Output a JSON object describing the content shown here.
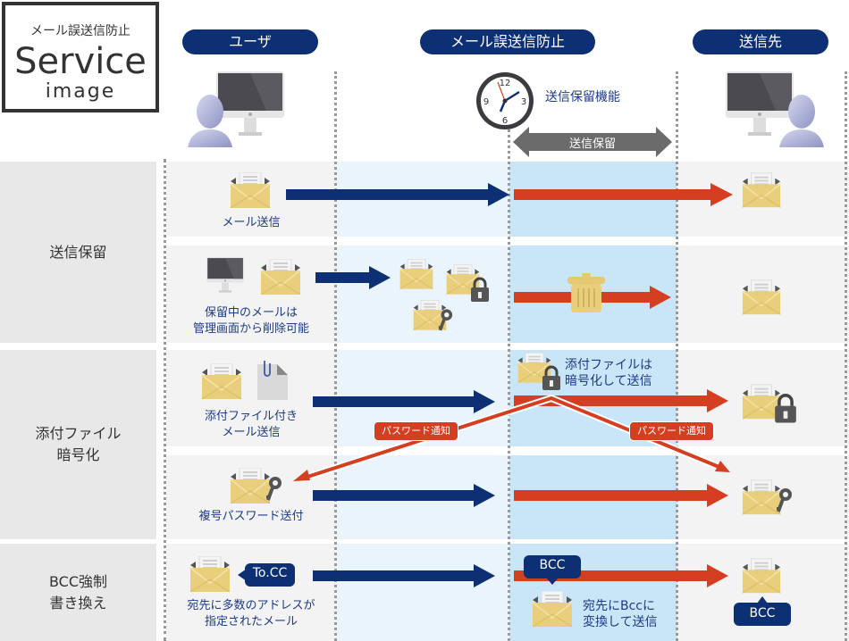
{
  "logo": {
    "subtitle": "メール誤送信防止",
    "title": "Service",
    "caption": "image"
  },
  "columns": {
    "user": "ユーザ",
    "service": "メール誤送信防止",
    "recipient": "送信先"
  },
  "clock": {
    "label": "送信保留機能",
    "numbers": [
      "12",
      "3",
      "6",
      "9"
    ]
  },
  "hold_arrow_label": "送信保留",
  "rows": [
    {
      "label": "送信保留",
      "steps": [
        {
          "caption": "メール送信"
        },
        {
          "caption_line1": "保留中のメールは",
          "caption_line2": "管理画面から削除可能"
        }
      ]
    },
    {
      "label_line1": "添付ファイル",
      "label_line2": "暗号化",
      "steps": [
        {
          "caption_line1": "添付ファイル付き",
          "caption_line2": "メール送信",
          "service_note_line1": "添付ファイルは",
          "service_note_line2": "暗号化して送信"
        },
        {
          "caption": "複号パスワード送付"
        }
      ],
      "password_tag": "パスワード通知"
    },
    {
      "label_line1": "BCC強制",
      "label_line2": "書き換え",
      "steps": [
        {
          "caption_line1": "宛先に多数のアドレスが",
          "caption_line2": "指定されたメール",
          "tocc_tag": "To.CC",
          "service_note_line1": "宛先にBccに",
          "service_note_line2": "変換して送信",
          "bcc_tag": "BCC",
          "recipient_tag": "BCC"
        }
      ]
    }
  ],
  "colors": {
    "navy": "#0d2f74",
    "red": "#d43f21",
    "envelope": "#e9cf7c",
    "hold_band": "#c9e6f8"
  }
}
